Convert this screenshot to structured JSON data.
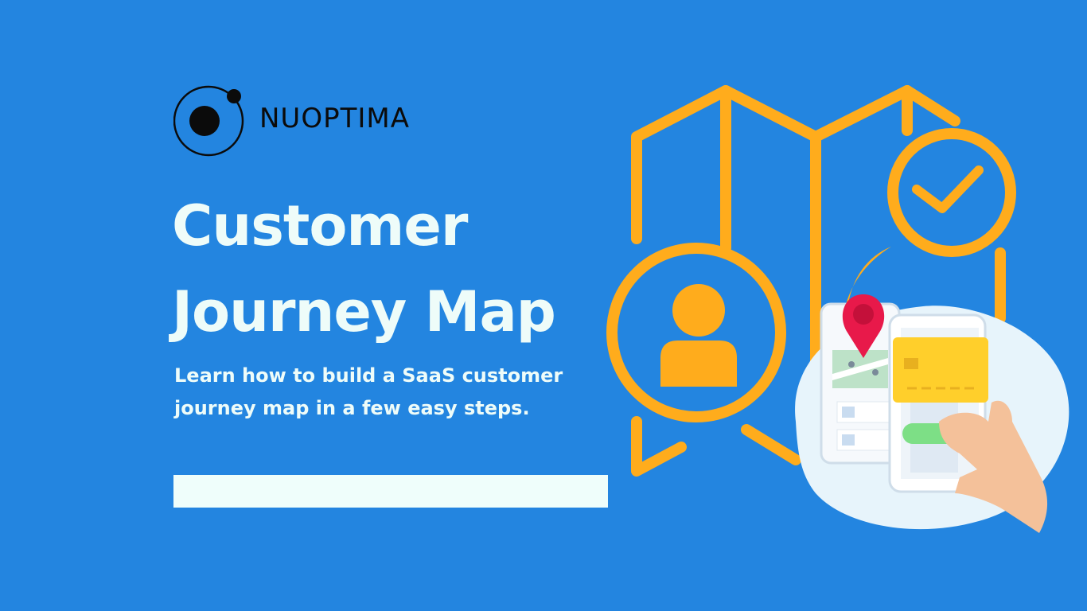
{
  "brand": {
    "name": "NUOPTIMA"
  },
  "hero": {
    "title_line1": "Customer",
    "title_line2": "Journey Map",
    "subtitle": "Learn how to build a SaaS customer journey map in a few easy steps."
  },
  "illustration": {
    "icons": [
      "map-icon",
      "user-icon",
      "check-icon",
      "location-pin-icon",
      "phone-icon",
      "credit-card-icon",
      "hand-icon"
    ],
    "colors": {
      "background": "#2385e0",
      "accent": "#ffac1c",
      "pin": "#e8194a",
      "card": "#ffcf2b",
      "button": "#7ddf86"
    }
  }
}
